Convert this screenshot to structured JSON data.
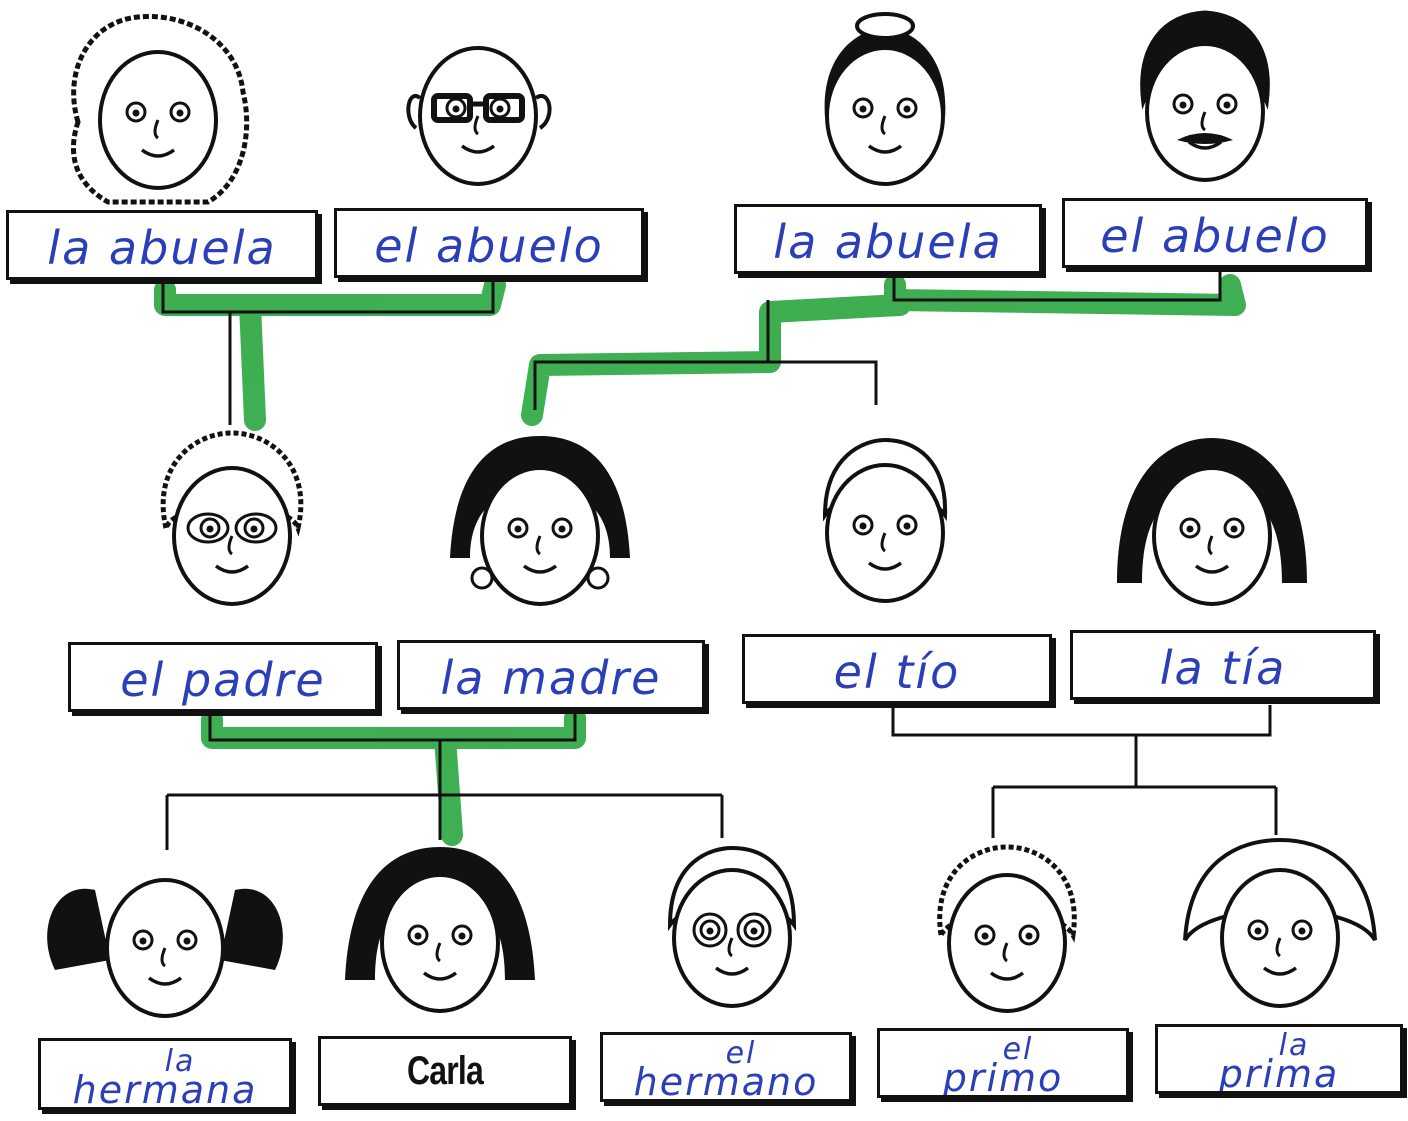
{
  "colors": {
    "ink": "#111111",
    "handwriting": "#2b3fb8",
    "highlighter": "#2ea843",
    "skin": "#ffffff"
  },
  "generations": {
    "grandparents_paternal": [
      {
        "id": "abuela-1",
        "label": "la abuela",
        "face": "curly-haired-grandmother-face"
      },
      {
        "id": "abuelo-1",
        "label": "el abuelo",
        "face": "bald-grandfather-glasses-face"
      }
    ],
    "grandparents_maternal": [
      {
        "id": "abuela-2",
        "label": "la abuela",
        "face": "bun-haired-grandmother-face"
      },
      {
        "id": "abuelo-2",
        "label": "el abuelo",
        "face": "mustached-grandfather-face"
      }
    ],
    "parents": [
      {
        "id": "padre",
        "label": "el padre",
        "face": "curly-man-glasses-face"
      },
      {
        "id": "madre",
        "label": "la madre",
        "face": "woman-earrings-face"
      }
    ],
    "aunt_uncle": [
      {
        "id": "tio",
        "label": "el tío",
        "face": "short-haired-man-face"
      },
      {
        "id": "tia",
        "label": "la tía",
        "face": "woman-bob-face"
      }
    ],
    "children": [
      {
        "id": "hermana",
        "article": "la",
        "word": "hermana",
        "face": "girl-pigtails-face"
      },
      {
        "id": "carla",
        "label": "Carla",
        "face": "girl-bob-face"
      },
      {
        "id": "hermano",
        "article": "el",
        "word": "hermano",
        "face": "boy-glasses-face"
      }
    ],
    "cousins": [
      {
        "id": "primo",
        "article": "el",
        "word": "primo",
        "face": "curly-boy-face"
      },
      {
        "id": "prima",
        "article": "la",
        "word": "prima",
        "face": "wavy-haired-girl-face"
      }
    ]
  }
}
